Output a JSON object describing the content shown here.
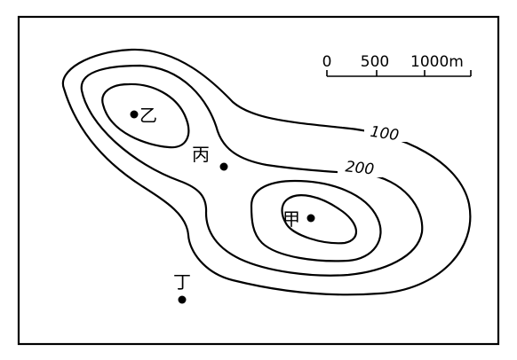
{
  "scale_bar": {
    "tick_0": "0",
    "tick_500": "500",
    "tick_1000": "1000m"
  },
  "contour_labels": {
    "c100": "100",
    "c200": "200"
  },
  "points": {
    "jia": "甲",
    "yi": "乙",
    "bing": "丙",
    "ding": "丁"
  }
}
